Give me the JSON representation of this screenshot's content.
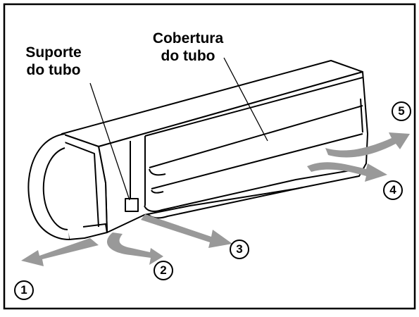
{
  "labels": {
    "pipe_cover_line1": "Cobertura",
    "pipe_cover_line2": "do tubo",
    "pipe_support_line1": "Suporte",
    "pipe_support_line2": "do tubo"
  },
  "directions": [
    {
      "id": "1",
      "label": "1"
    },
    {
      "id": "2",
      "label": "2"
    },
    {
      "id": "3",
      "label": "3"
    },
    {
      "id": "4",
      "label": "4"
    },
    {
      "id": "5",
      "label": "5"
    }
  ],
  "colors": {
    "outline": "#000000",
    "arrow_fill": "#999999",
    "background": "#ffffff"
  }
}
